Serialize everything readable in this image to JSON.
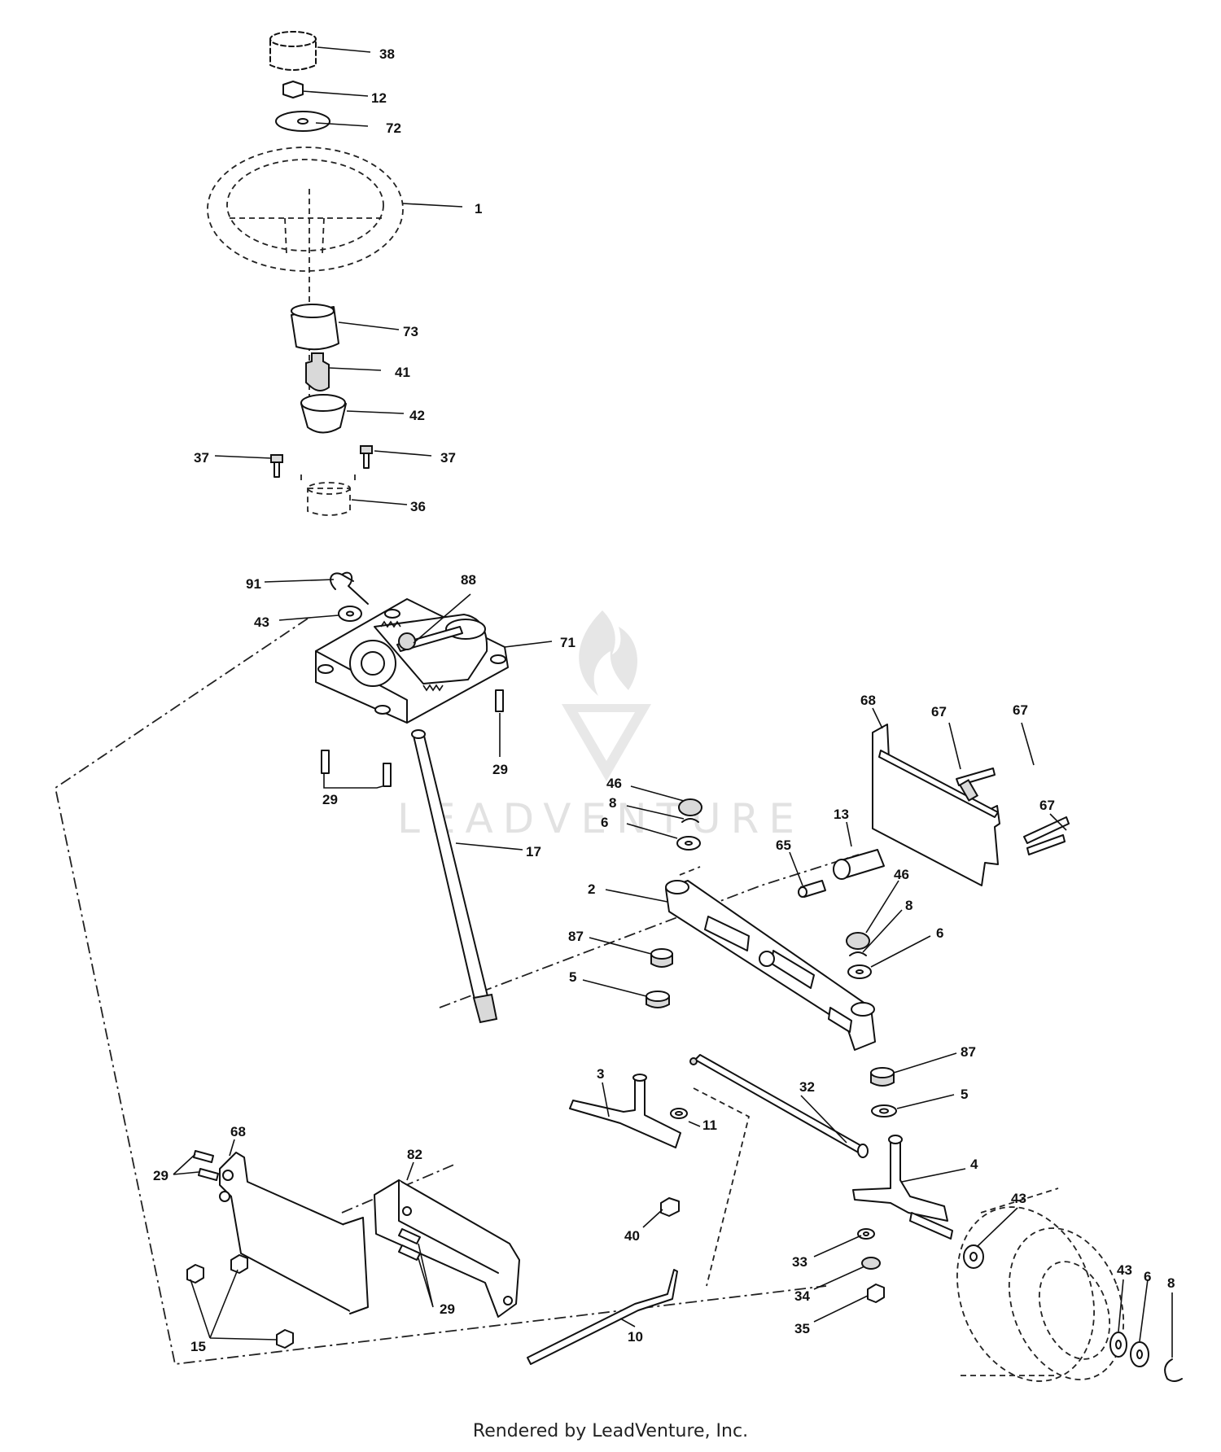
{
  "callouts": [
    {
      "id": "38",
      "label": "38"
    },
    {
      "id": "12",
      "label": "12"
    },
    {
      "id": "72",
      "label": "72"
    },
    {
      "id": "1",
      "label": "1"
    },
    {
      "id": "73",
      "label": "73"
    },
    {
      "id": "41",
      "label": "41"
    },
    {
      "id": "42",
      "label": "42"
    },
    {
      "id": "37a",
      "label": "37"
    },
    {
      "id": "37b",
      "label": "37"
    },
    {
      "id": "36",
      "label": "36"
    },
    {
      "id": "91",
      "label": "91"
    },
    {
      "id": "88",
      "label": "88"
    },
    {
      "id": "43a",
      "label": "43"
    },
    {
      "id": "71",
      "label": "71"
    },
    {
      "id": "29a",
      "label": "29"
    },
    {
      "id": "29b",
      "label": "29"
    },
    {
      "id": "17",
      "label": "17"
    },
    {
      "id": "68a",
      "label": "68"
    },
    {
      "id": "67a",
      "label": "67"
    },
    {
      "id": "67b",
      "label": "67"
    },
    {
      "id": "67c",
      "label": "67"
    },
    {
      "id": "46a",
      "label": "46"
    },
    {
      "id": "8a",
      "label": "8"
    },
    {
      "id": "6a",
      "label": "6"
    },
    {
      "id": "13",
      "label": "13"
    },
    {
      "id": "65",
      "label": "65"
    },
    {
      "id": "2",
      "label": "2"
    },
    {
      "id": "46b",
      "label": "46"
    },
    {
      "id": "8b",
      "label": "8"
    },
    {
      "id": "6b",
      "label": "6"
    },
    {
      "id": "87a",
      "label": "87"
    },
    {
      "id": "5a",
      "label": "5"
    },
    {
      "id": "87b",
      "label": "87"
    },
    {
      "id": "3",
      "label": "3"
    },
    {
      "id": "32",
      "label": "32"
    },
    {
      "id": "5b",
      "label": "5"
    },
    {
      "id": "11",
      "label": "11"
    },
    {
      "id": "68b",
      "label": "68"
    },
    {
      "id": "82",
      "label": "82"
    },
    {
      "id": "29c",
      "label": "29"
    },
    {
      "id": "4",
      "label": "4"
    },
    {
      "id": "43b",
      "label": "43"
    },
    {
      "id": "40",
      "label": "40"
    },
    {
      "id": "29d",
      "label": "29"
    },
    {
      "id": "15",
      "label": "15"
    },
    {
      "id": "33",
      "label": "33"
    },
    {
      "id": "43c",
      "label": "43"
    },
    {
      "id": "6c",
      "label": "6"
    },
    {
      "id": "8c",
      "label": "8"
    },
    {
      "id": "10",
      "label": "10"
    },
    {
      "id": "34",
      "label": "34"
    },
    {
      "id": "35",
      "label": "35"
    }
  ],
  "watermark": {
    "text": "LEADVENTURE",
    "logo_icon": "leadventure-flame-logo"
  },
  "footer": {
    "text": "Rendered by LeadVenture, Inc."
  }
}
